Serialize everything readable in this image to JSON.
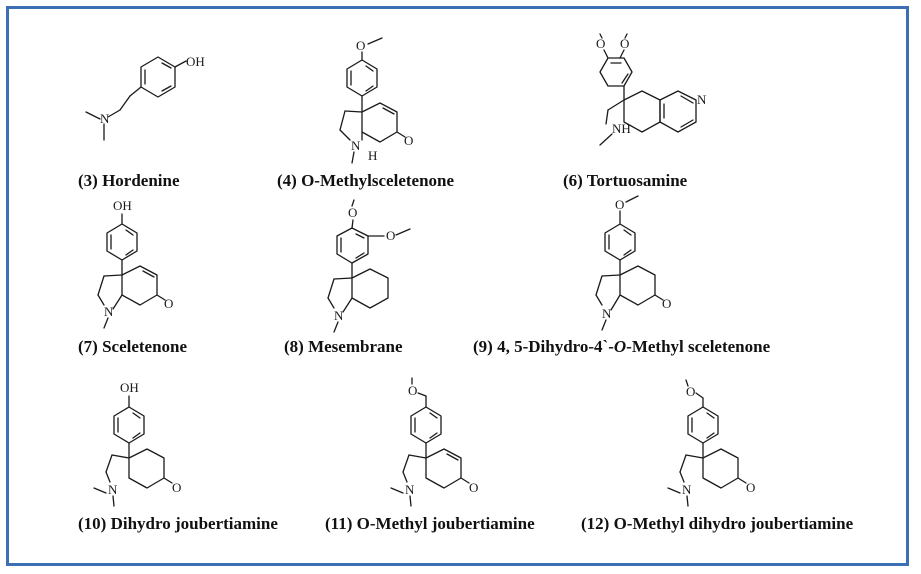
{
  "compounds": [
    {
      "number": "(3)",
      "name": "Hordenine"
    },
    {
      "number": "(4)",
      "name": "O-Methylsceletenone"
    },
    {
      "number": "(6)",
      "name": "Tortuosamine"
    },
    {
      "number": "(7)",
      "name": "Sceletenone"
    },
    {
      "number": "(8)",
      "name": "Mesembrane"
    },
    {
      "number": "(9)",
      "name_parts": [
        "4, 5-Dihydro-4`-",
        "O",
        "-Methyl sceletenone"
      ]
    },
    {
      "number": "(10)",
      "name": "Dihydro joubertiamine"
    },
    {
      "number": "(11)",
      "name": "O-Methyl joubertiamine"
    },
    {
      "number": "(12)",
      "name": "O-Methyl dihydro joubertiamine"
    }
  ],
  "atom_labels": {
    "oh": "OH",
    "n": "N",
    "nh": "NH",
    "h": "H",
    "o": "O"
  },
  "colors": {
    "frame_border": "#3c6fb4",
    "ink": "#1a1a1a"
  }
}
